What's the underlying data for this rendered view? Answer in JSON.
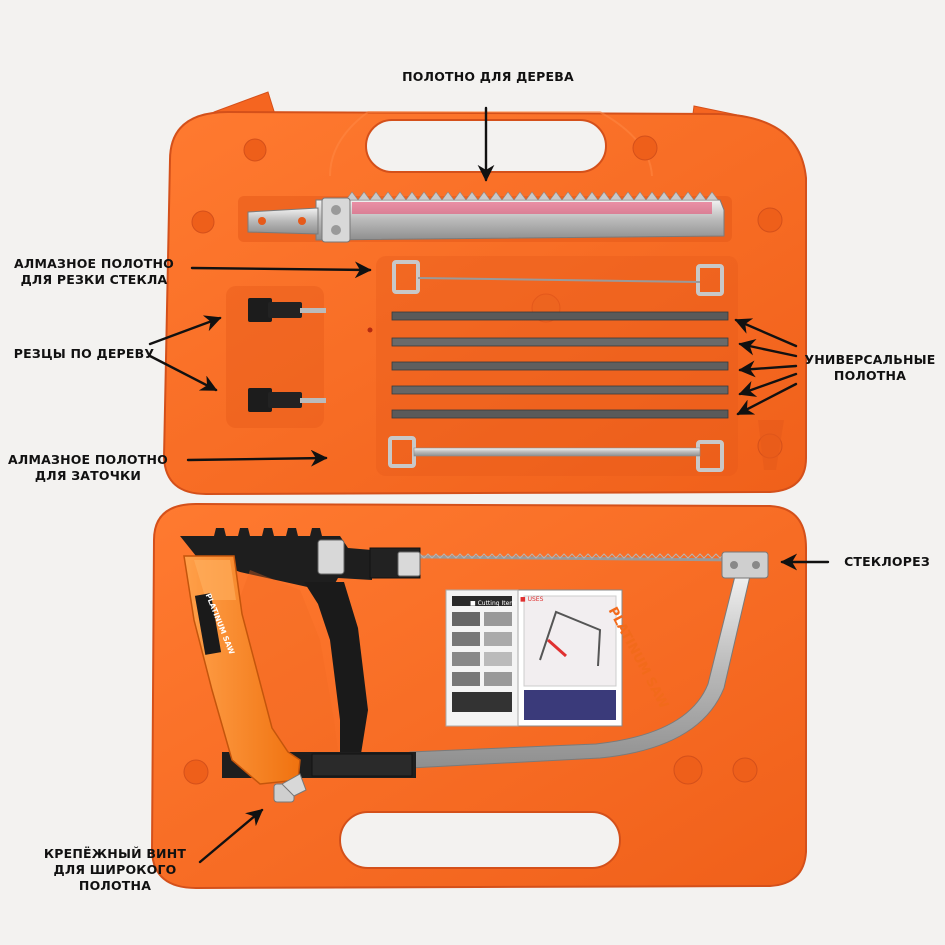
{
  "labels": {
    "wood_blade": "ПОЛОТНО ДЛЯ ДЕРЕВА",
    "diamond_glass_1": "АЛМАЗНОЕ ПОЛОТНО",
    "diamond_glass_2": "ДЛЯ РЕЗКИ СТЕКЛА",
    "wood_cutters": "РЕЗЦЫ ПО ДЕРЕВУ",
    "diamond_sharp_1": "АЛМАЗНОЕ ПОЛОТНО",
    "diamond_sharp_2": "ДЛЯ ЗАТОЧКИ",
    "universal_1": "УНИВЕРСАЛЬНЫЕ",
    "universal_2": "ПОЛОТНА",
    "glass_cutter": "СТЕКЛОРЕЗ",
    "screw_1": "КРЕПЁЖНЫЙ ВИНТ",
    "screw_2": "ДЛЯ ШИРОКОГО",
    "screw_3": "ПОЛОТНА"
  },
  "package": {
    "brand": "PLATINUM SAW",
    "tag1": "■ USES",
    "tag2": "■ Cutting Item"
  },
  "handle": {
    "brand": "PLATINUM SAW"
  },
  "colors": {
    "case": "#f66a21",
    "case_shadow": "#d9531a",
    "case_hi": "#ff8a45",
    "background": "#f3f2f0",
    "metal": "#c9c9c9",
    "handle": "#ff8a1e",
    "arrow": "#111111"
  }
}
